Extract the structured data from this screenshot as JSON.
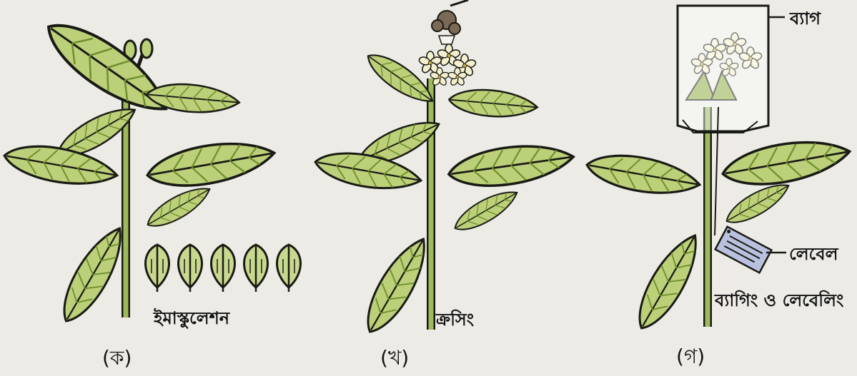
{
  "panels": [
    {
      "tag": "(ক)",
      "caption": "ইমাস্কুলেশন"
    },
    {
      "tag": "(খ)",
      "caption": "ক্রসিং"
    },
    {
      "tag": "(গ)",
      "caption": "ব্যাগিং ও লেবেলিং",
      "callouts": {
        "bag": "ব্যাগ",
        "label": "লেবেল"
      }
    }
  ],
  "colors": {
    "background": "#ecebe6",
    "leaf": "#bcd07a",
    "leaf_dark": "#8fae45",
    "stem": "#9dbb5a",
    "outline": "#1a1a14",
    "flower": "#f4f0cf",
    "tag_card": "#b9c1df"
  }
}
